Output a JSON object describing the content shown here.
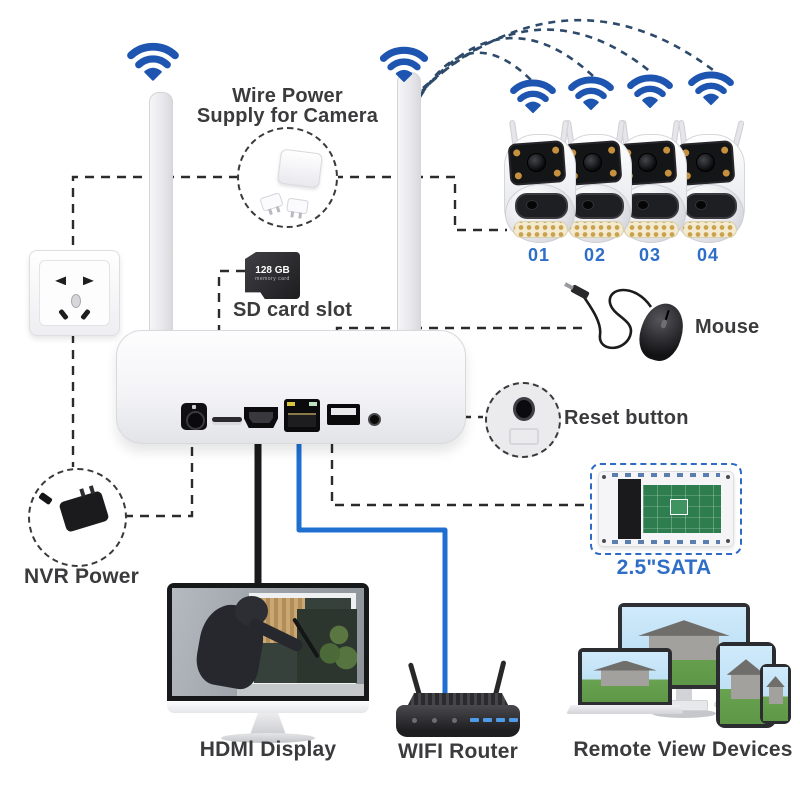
{
  "colors": {
    "wifi_blue": "#1d55b0",
    "accent_blue": "#2f6ec7",
    "label_dark": "#3b3b3d",
    "dash_dark": "#2b2b2b",
    "arc_blue": "#2e4a6b",
    "ethernet_cable_blue": "#1f6fd1",
    "sata_dash_blue": "#2e6bc4"
  },
  "labels": {
    "wire_power_line1": "Wire Power",
    "wire_power_line2": "Supply for Camera",
    "sd_card_slot": "SD card slot",
    "mouse": "Mouse",
    "reset_button": "Reset button",
    "sata": "2.5\"SATA",
    "nvr_power": "NVR Power",
    "hdmi_display": "HDMl Display",
    "wifi_router": "WIFI Router",
    "remote_view_devices": "Remote View Devices"
  },
  "sd_card": {
    "capacity": "128 GB",
    "type_text": "memory card"
  },
  "cameras": {
    "labels": [
      "01",
      "02",
      "03",
      "04"
    ]
  }
}
